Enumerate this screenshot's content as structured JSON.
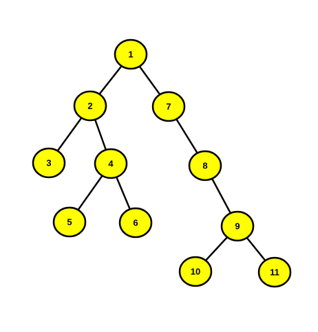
{
  "diagram": {
    "type": "binary-tree",
    "colors": {
      "node_fill": "#ffff00",
      "node_stroke": "#000000",
      "edge": "#000000",
      "label": "#000000",
      "background": "#ffffff"
    },
    "nodes": [
      {
        "id": "n1",
        "label": "1"
      },
      {
        "id": "n2",
        "label": "2"
      },
      {
        "id": "n3",
        "label": "3"
      },
      {
        "id": "n4",
        "label": "4"
      },
      {
        "id": "n5",
        "label": "5"
      },
      {
        "id": "n6",
        "label": "6"
      },
      {
        "id": "n7",
        "label": "7"
      },
      {
        "id": "n8",
        "label": "8"
      },
      {
        "id": "n9",
        "label": "9"
      },
      {
        "id": "n10",
        "label": "10"
      },
      {
        "id": "n11",
        "label": "11"
      }
    ],
    "edges": [
      {
        "from": "n1",
        "to": "n2"
      },
      {
        "from": "n1",
        "to": "n7"
      },
      {
        "from": "n2",
        "to": "n3"
      },
      {
        "from": "n2",
        "to": "n4"
      },
      {
        "from": "n4",
        "to": "n5"
      },
      {
        "from": "n4",
        "to": "n6"
      },
      {
        "from": "n7",
        "to": "n8"
      },
      {
        "from": "n8",
        "to": "n9"
      },
      {
        "from": "n9",
        "to": "n10"
      },
      {
        "from": "n9",
        "to": "n11"
      }
    ]
  }
}
